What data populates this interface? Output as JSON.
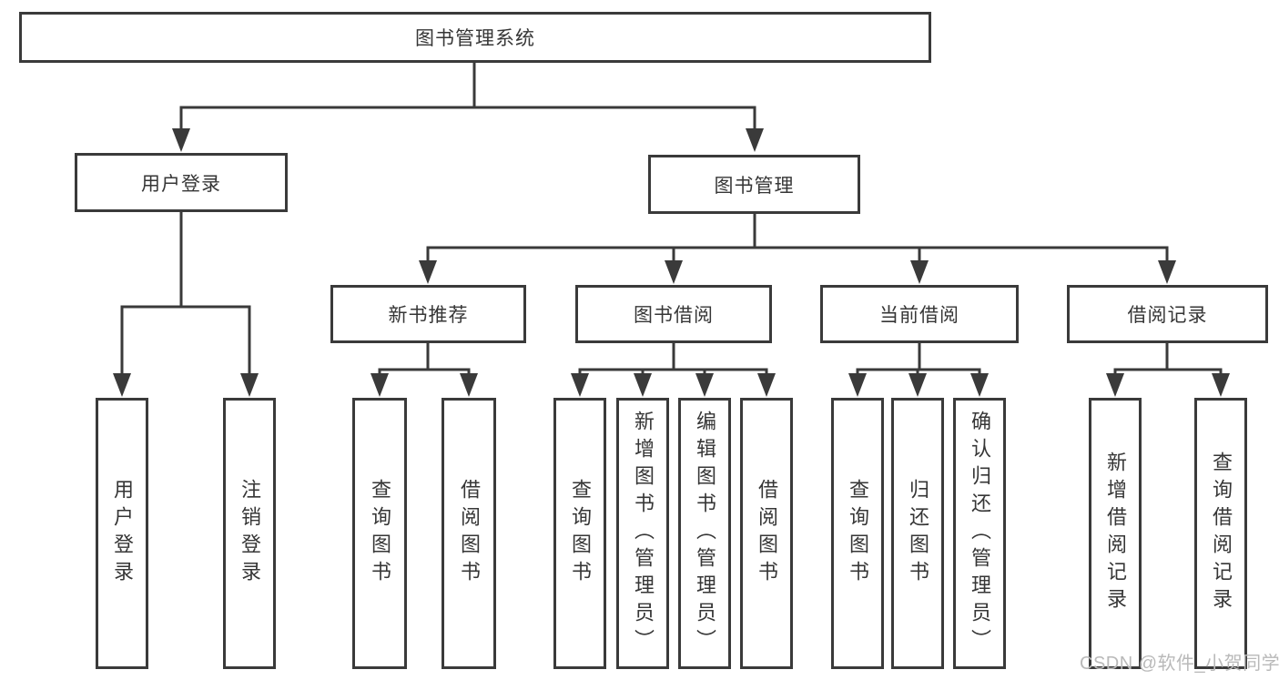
{
  "tree": {
    "root": {
      "label": "图书管理系统",
      "children": [
        {
          "label": "用户登录",
          "children": [
            {
              "label": "用户登录"
            },
            {
              "label": "注销登录"
            }
          ]
        },
        {
          "label": "图书管理",
          "children": [
            {
              "label": "新书推荐",
              "children": [
                {
                  "label": "查询图书"
                },
                {
                  "label": "借阅图书"
                }
              ]
            },
            {
              "label": "图书借阅",
              "children": [
                {
                  "label": "查询图书"
                },
                {
                  "label": "新增图书（管理员）"
                },
                {
                  "label": "编辑图书（管理员）"
                },
                {
                  "label": "借阅图书"
                }
              ]
            },
            {
              "label": "当前借阅",
              "children": [
                {
                  "label": "查询图书"
                },
                {
                  "label": "归还图书"
                },
                {
                  "label": "确认归还（管理员）"
                }
              ]
            },
            {
              "label": "借阅记录",
              "children": [
                {
                  "label": "新增借阅记录"
                },
                {
                  "label": "查询借阅记录"
                }
              ]
            }
          ]
        }
      ]
    }
  },
  "colors": {
    "line": "#3a3a3a",
    "text": "#363636",
    "background": "#ffffff",
    "watermark": "#b9b9b9"
  },
  "watermark": {
    "text": "CSDN @软件_小贺同学"
  }
}
